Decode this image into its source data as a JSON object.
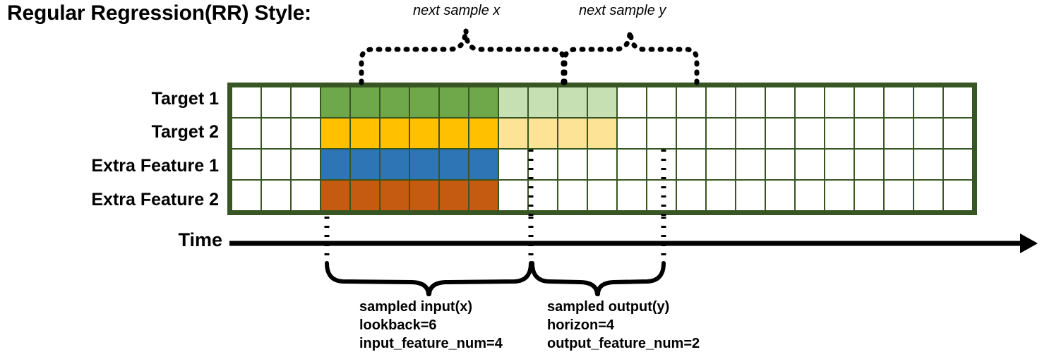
{
  "title": "Regular Regression(RR) Style:",
  "top_annotations": {
    "next_sample_x": "next sample x",
    "next_sample_y": "next sample y"
  },
  "rows": [
    {
      "label": "Target 1",
      "color_key": "green",
      "light_key": "light_green",
      "solid_cells": 6,
      "light_cells": 4
    },
    {
      "label": "Target 2",
      "color_key": "gold",
      "light_key": "light_gold",
      "solid_cells": 6,
      "light_cells": 4
    },
    {
      "label": "Extra Feature 1",
      "color_key": "blue",
      "light_key": null,
      "solid_cells": 6,
      "light_cells": 0
    },
    {
      "label": "Extra Feature 2",
      "color_key": "orange",
      "light_key": null,
      "solid_cells": 6,
      "light_cells": 0
    }
  ],
  "grid": {
    "total_columns": 25,
    "leading_blank_columns": 3,
    "lookback_columns": 6,
    "horizon_columns": 4
  },
  "axis": {
    "time_label": "Time"
  },
  "captions": {
    "input": {
      "line1": "sampled input(x)",
      "line2": "lookback=6",
      "line3": "input_feature_num=4"
    },
    "output": {
      "line1": "sampled output(y)",
      "line2": "horizon=4",
      "line3": "output_feature_num=2"
    }
  },
  "colors": {
    "grid_border": "#375623",
    "green": "#6FA84A",
    "light_green": "#C6E0B4",
    "gold": "#FFC000",
    "light_gold": "#FCE395",
    "blue": "#2E75B6",
    "orange": "#C55A11",
    "blank": "#FFFFFF",
    "ink": "#000000"
  }
}
